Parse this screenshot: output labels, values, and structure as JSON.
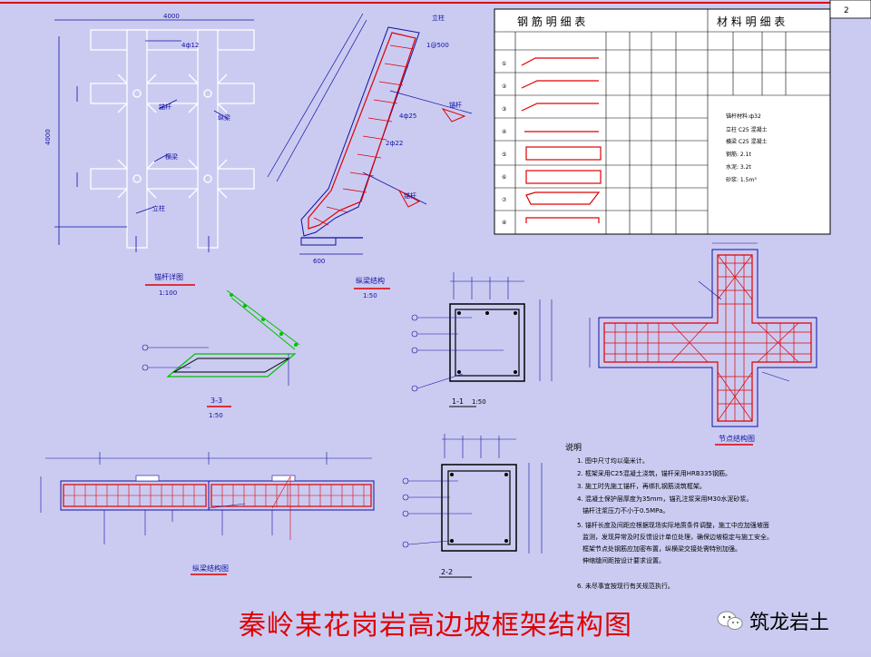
{
  "caption": "秦岭某花岗岩高边坡框架结构图",
  "brand": {
    "name": "筑龙岩土",
    "logo_icon": "wechat-icon"
  },
  "table": {
    "title_left": "钢 筋 明 细 表",
    "title_right": "材 料 明 细 表",
    "corner": "2"
  },
  "labels": {
    "scale_1": "1:100",
    "scale_2": "1:50",
    "scale_3": "1:50",
    "scale_4": "1:50",
    "section_1": "1-1",
    "section_2": "2-2",
    "section_3": "3-3",
    "notes_title": "说明",
    "beam_label": "纵梁结构图",
    "node_label": "节点结构图"
  },
  "colors": {
    "background": "#cbcbf2",
    "line": "#1010a0",
    "rebar": "#e00000",
    "white": "#ffffff",
    "caption": "#e00000"
  }
}
